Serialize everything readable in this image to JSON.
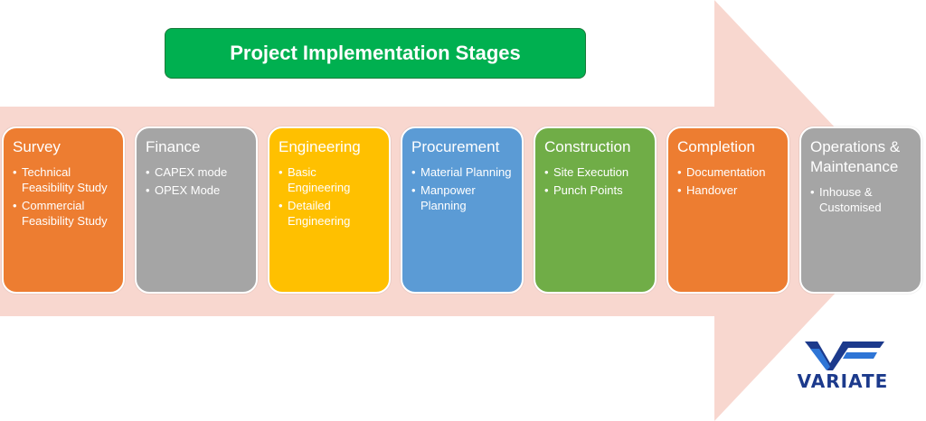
{
  "title": "Project Implementation Stages",
  "stages": [
    {
      "heading": "Survey",
      "color": "#ed7d31",
      "items": [
        "Technical Feasibility Study",
        "Commercial Feasibility Study"
      ]
    },
    {
      "heading": "Finance",
      "color": "#a5a5a5",
      "items": [
        "CAPEX mode",
        "OPEX Mode"
      ]
    },
    {
      "heading": "Engineering",
      "color": "#ffc000",
      "items": [
        "Basic Engineering",
        "Detailed Engineering"
      ]
    },
    {
      "heading": "Procurement",
      "color": "#5b9bd5",
      "items": [
        "Material Planning",
        "Manpower Planning"
      ]
    },
    {
      "heading": "Construction",
      "color": "#70ad47",
      "items": [
        "Site Execution",
        "Punch Points"
      ]
    },
    {
      "heading": "Completion",
      "color": "#ed7d31",
      "items": [
        "Documentation",
        "Handover"
      ]
    },
    {
      "heading": "Operations & Maintenance",
      "color": "#a5a5a5",
      "items": [
        "Inhouse & Customised"
      ]
    }
  ],
  "logo": {
    "text": "VARIATE",
    "color": "#1c3a8c"
  },
  "colors": {
    "arrow": "#f8d7cf",
    "title_bg": "#00b050"
  }
}
